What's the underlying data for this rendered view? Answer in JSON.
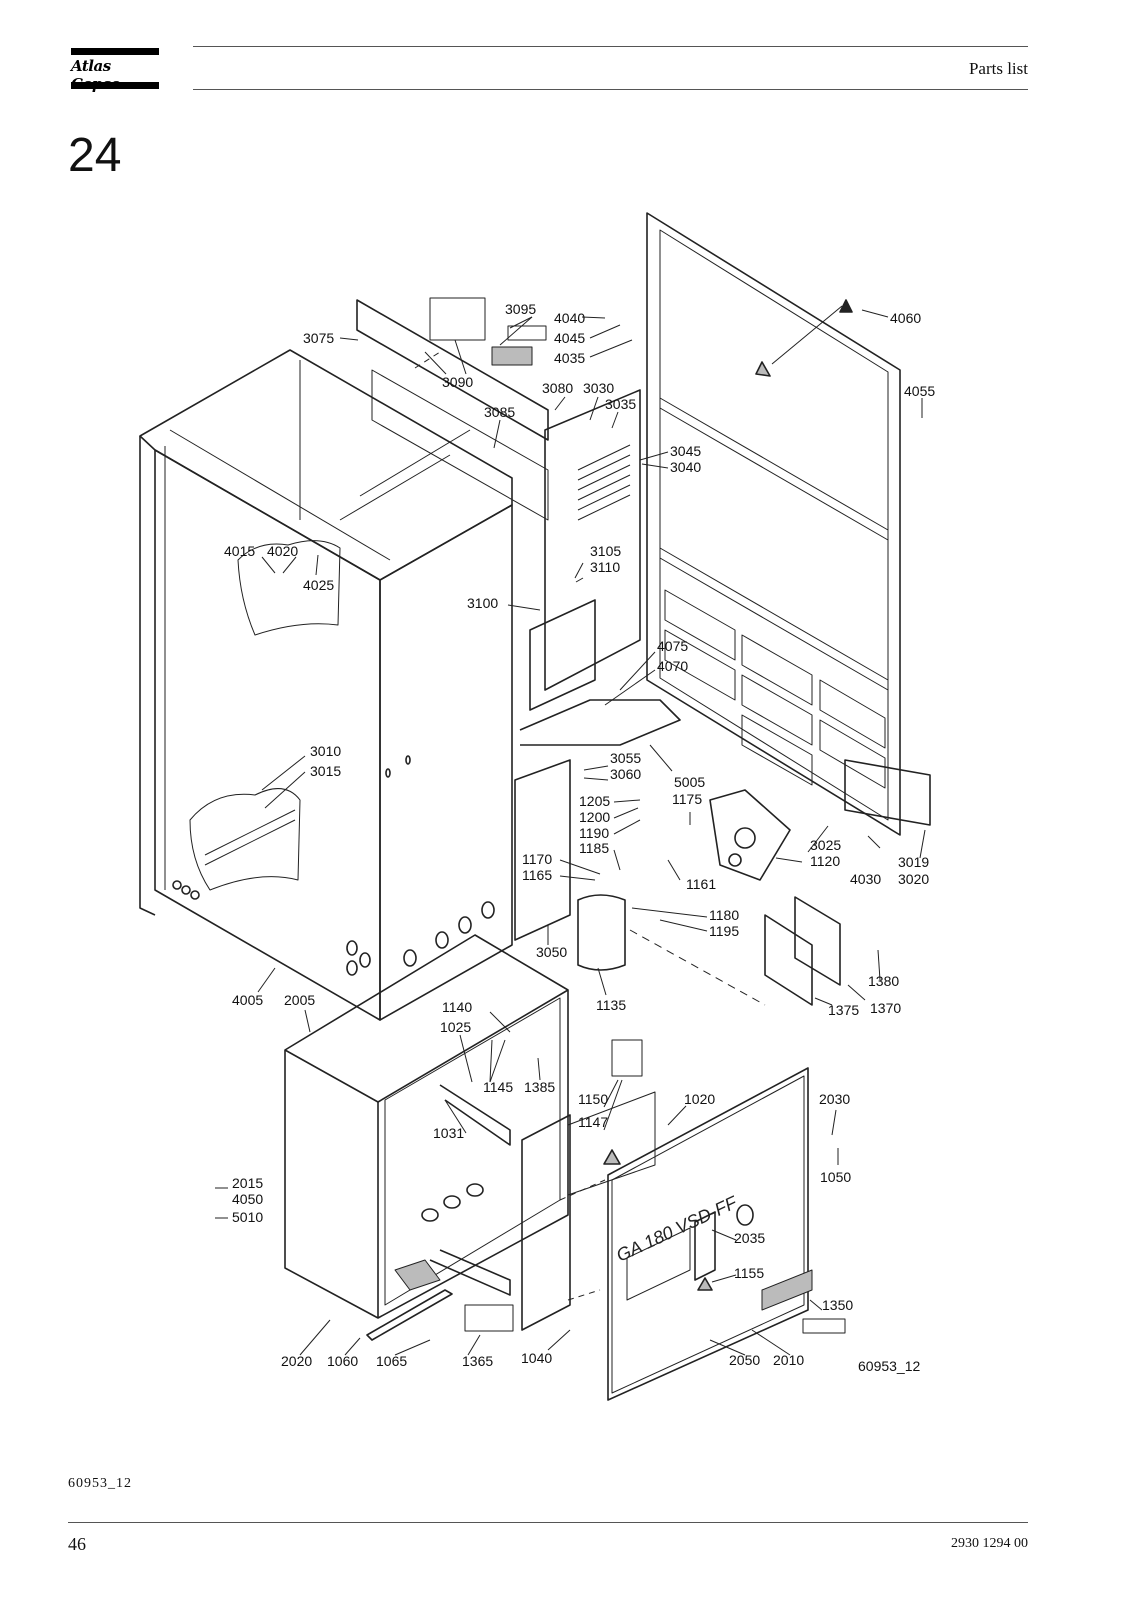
{
  "header": {
    "brand": "Atlas Copco",
    "title": "Parts list"
  },
  "section": {
    "number": "24"
  },
  "drawing": {
    "ref": "60953_12",
    "model_label": "GA 180 VSD-FF",
    "callouts": [
      "3095",
      "4040",
      "4045",
      "4035",
      "4060",
      "3075",
      "3090",
      "3080",
      "3030",
      "3035",
      "3085",
      "4055",
      "3045",
      "3040",
      "4015",
      "4020",
      "4025",
      "3105",
      "3110",
      "3100",
      "4075",
      "4070",
      "3010",
      "3015",
      "3055",
      "3060",
      "5005",
      "1205",
      "1175",
      "1200",
      "1190",
      "1185",
      "1170",
      "1165",
      "1161",
      "3025",
      "1120",
      "4030",
      "3019",
      "3020",
      "1180",
      "1195",
      "3050",
      "1135",
      "1380",
      "1375",
      "1370",
      "4005",
      "2005",
      "1140",
      "1025",
      "1145",
      "1385",
      "1031",
      "1150",
      "1147",
      "1020",
      "2030",
      "1050",
      "2015",
      "4050",
      "5010",
      "2035",
      "1155",
      "1350",
      "2020",
      "1060",
      "1065",
      "1365",
      "1040",
      "2050",
      "2010",
      "60953_12"
    ]
  },
  "footer": {
    "figure_ref": "60953_12",
    "page_number": "46",
    "doc_number": "2930 1294 00"
  }
}
